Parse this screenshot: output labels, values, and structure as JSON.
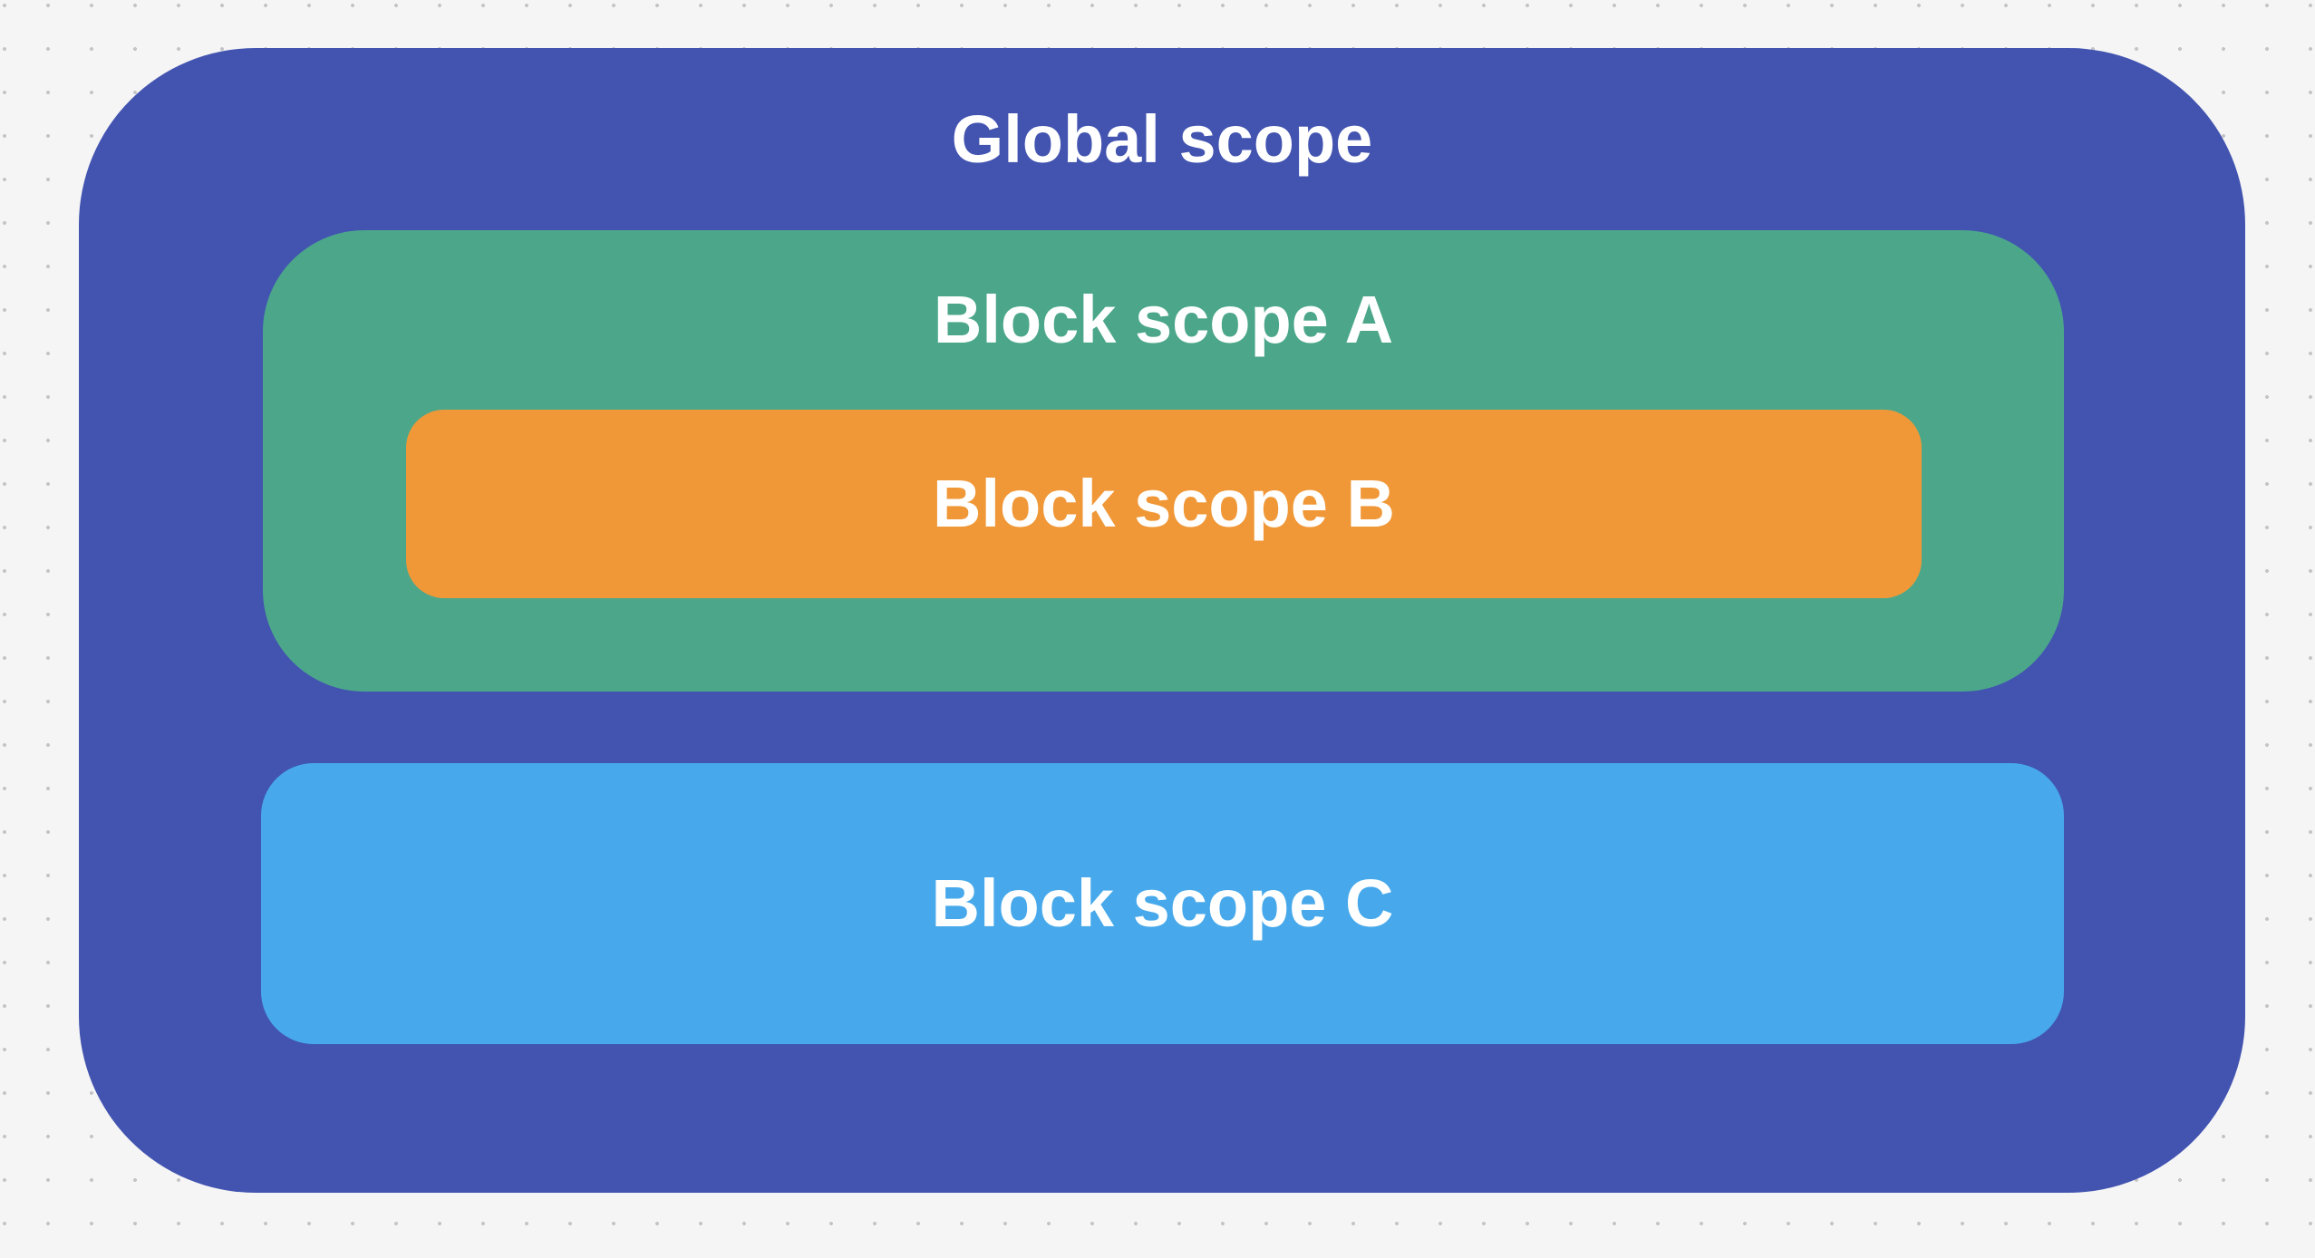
{
  "background": {
    "color": "#F5F5F6",
    "dot_color": "#C5C5C8"
  },
  "diagram": {
    "label_text_color": "#FFFFFF",
    "global_scope": {
      "label": "Global scope",
      "color": "#4254B0"
    },
    "block_scope_a": {
      "label": "Block scope A",
      "color": "#4CA78A"
    },
    "block_scope_b": {
      "label": "Block scope B",
      "color": "#F09838"
    },
    "block_scope_c": {
      "label": "Block scope C",
      "color": "#47A9EB"
    }
  }
}
